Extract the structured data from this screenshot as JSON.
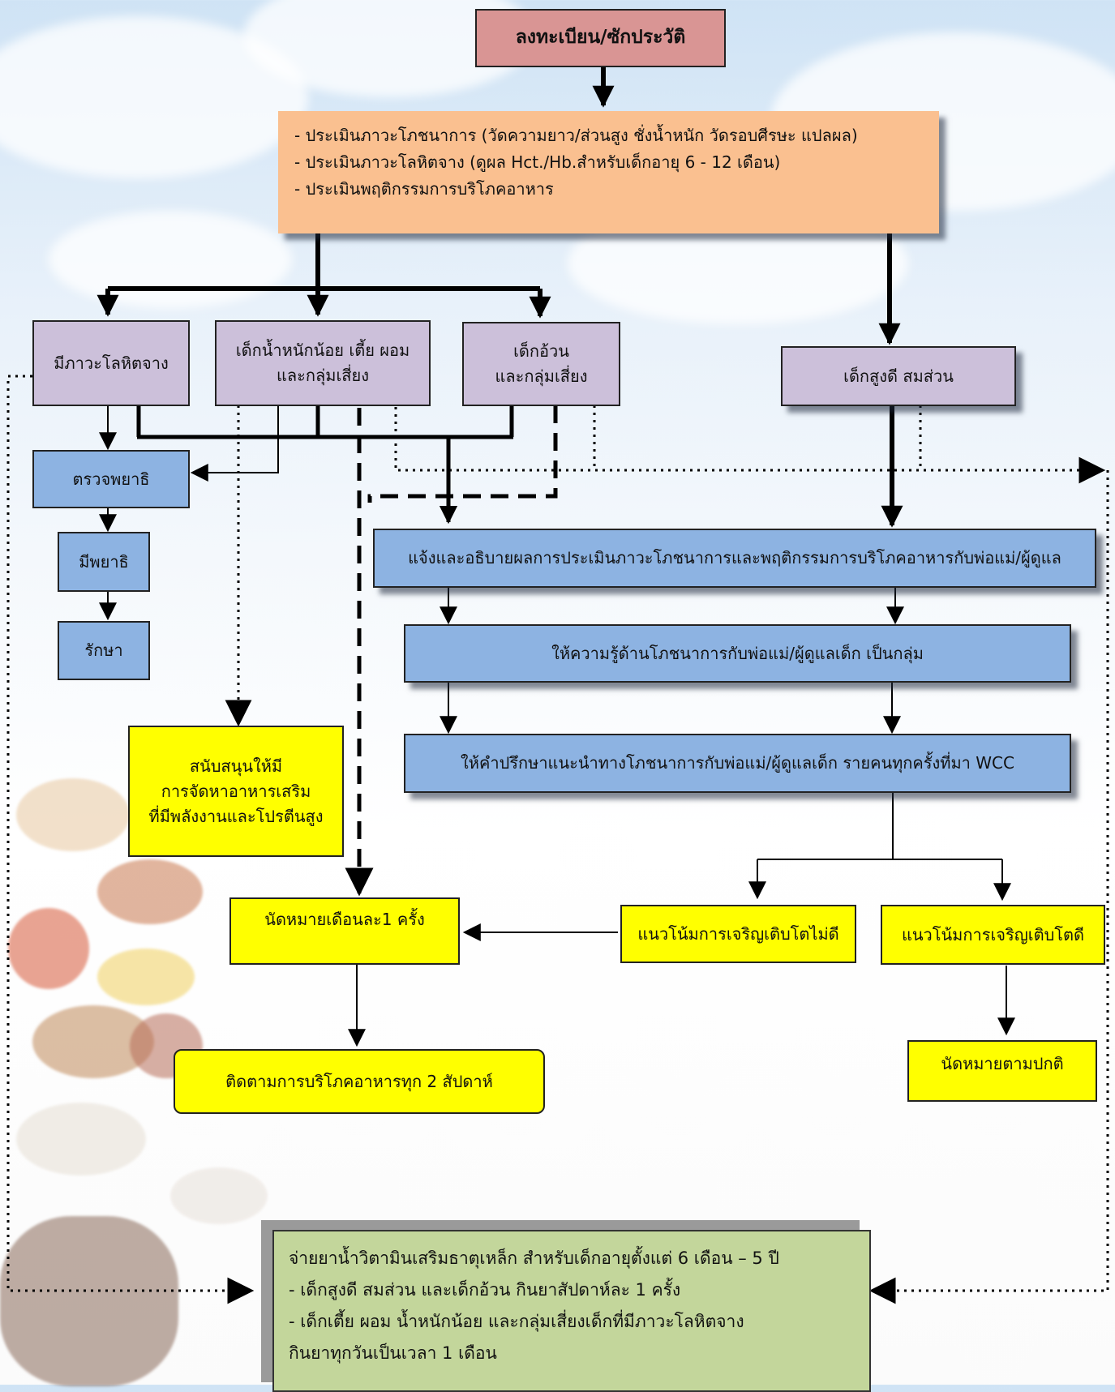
{
  "nodes": {
    "register": "ลงทะเบียน/ซักประวัติ",
    "assess": [
      "- ประเมินภาวะโภชนาการ (วัดความยาว/ส่วนสูง ชั่งน้ำหนัก วัดรอบศีรษะ แปลผล)",
      "- ประเมินภาวะโลหิตจาง (ดูผล Hct./Hb.สำหรับเด็กอายุ 6 - 12 เดือน)",
      "- ประเมินพฤติกรรมการบริโภคอาหาร"
    ],
    "anemia": "มีภาวะโลหิตจาง",
    "underweight": [
      "เด็กน้ำหนักน้อย เตี้ย ผอม",
      "และกลุ่มเสี่ยง"
    ],
    "obese": [
      "เด็กอ้วน",
      "และกลุ่มเสี่ยง"
    ],
    "normal": "เด็กสูงดี สมส่วน",
    "check_disease": "ตรวจพยาธิ",
    "has_disease": "มีพยาธิ",
    "treat": "รักษา",
    "explain": "แจ้งและอธิบายผลการประเมินภาวะโภชนาการและพฤติกรรมการบริโภคอาหารกับพ่อแม่/ผู้ดูแล",
    "educate": "ให้ความรู้ด้านโภชนาการกับพ่อแม่/ผู้ดูแลเด็ก เป็นกลุ่ม",
    "counsel": "ให้คำปรึกษาแนะนำทางโภชนาการกับพ่อแม่/ผู้ดูแลเด็ก รายคนทุกครั้งที่มา WCC",
    "supplement": [
      "สนับสนุนให้มี",
      "การจัดหาอาหารเสริม",
      "ที่มีพลังงานและโปรตีนสูง"
    ],
    "monthly": "นัดหมายเดือนละ1 ครั้ง",
    "growth_bad": "แนวโน้มการเจริญเติบโตไม่ดี",
    "growth_good": "แนวโน้มการเจริญเติบโตดี",
    "follow_up": "ติดตามการบริโภคอาหารทุก 2 สัปดาห์",
    "routine": "นัดหมายตามปกติ",
    "iron": [
      "จ่ายยาน้ำวิตามินเสริมธาตุเหล็ก สำหรับเด็กอายุตั้งแต่ 6 เดือน – 5 ปี",
      "- เด็กสูงดี สมส่วน และเด็กอ้วน กินยาสัปดาห์ละ 1 ครั้ง",
      "- เด็กเตี้ย ผอม น้ำหนักน้อย และกลุ่มเสี่ยงเด็กที่มีภาวะโลหิตจาง",
      "กินยาทุกวันเป็นเวลา 1 เดือน"
    ]
  },
  "colors": {
    "pink": "#d99594",
    "orange": "#fac090",
    "purple": "#ccc0da",
    "blue": "#8db3e2",
    "yellow": "#ffff00",
    "green": "#c3d69b"
  }
}
